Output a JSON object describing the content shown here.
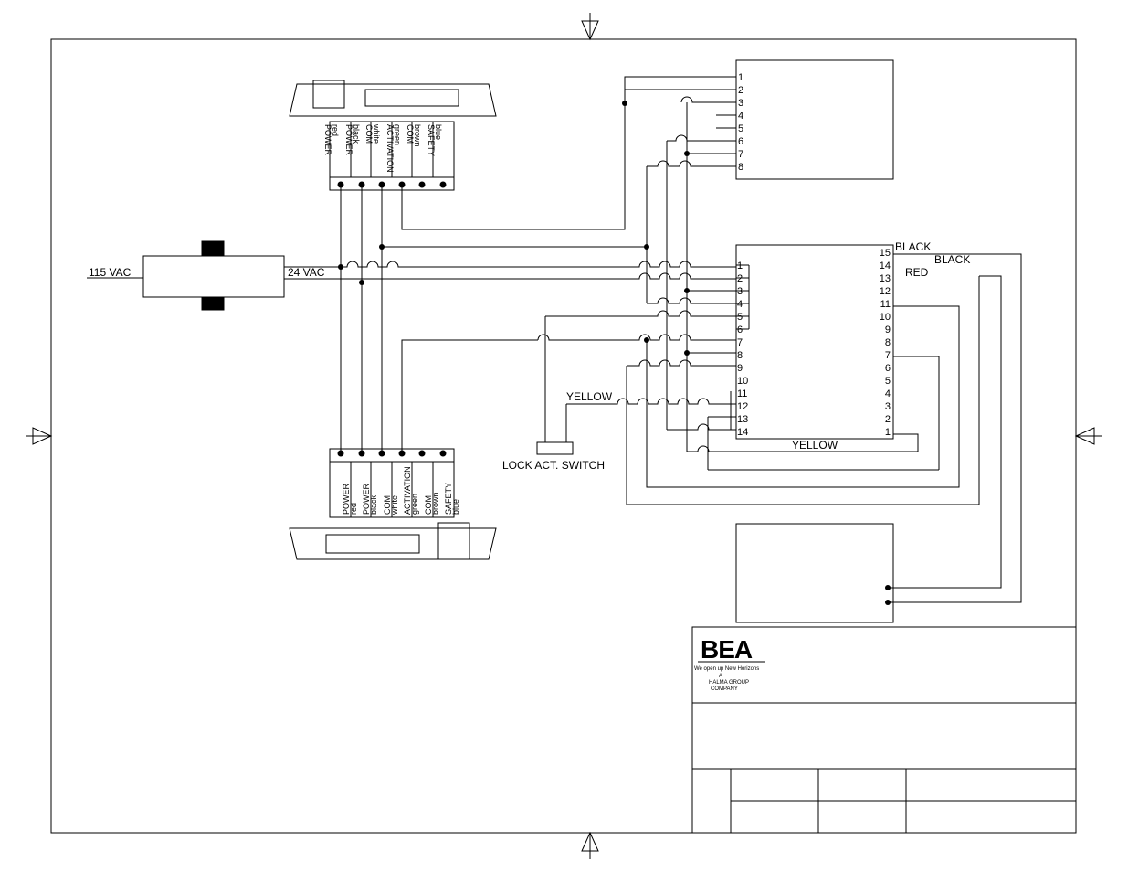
{
  "power": {
    "input_label": "115 VAC",
    "output_label": "24  VAC"
  },
  "sensor_top": {
    "terminals": [
      {
        "name": "POWER",
        "color": "red"
      },
      {
        "name": "POWER",
        "color": "black"
      },
      {
        "name": "COM",
        "color": "white"
      },
      {
        "name": "ACTIVATION",
        "color": "green"
      },
      {
        "name": "COM",
        "color": "brown"
      },
      {
        "name": "SAFETY",
        "color": "blue"
      }
    ]
  },
  "sensor_bottom": {
    "terminals": [
      {
        "name": "POWER",
        "color": "red"
      },
      {
        "name": "POWER",
        "color": "black"
      },
      {
        "name": "COM",
        "color": "white"
      },
      {
        "name": "ACTIVATION",
        "color": "green"
      },
      {
        "name": "COM",
        "color": "brown"
      },
      {
        "name": "SAFETY",
        "color": "blue"
      }
    ]
  },
  "top_controller": {
    "pins": [
      "1",
      "2",
      "3",
      "4",
      "5",
      "6",
      "7",
      "8"
    ]
  },
  "main_controller": {
    "left_pins": [
      "1",
      "2",
      "3",
      "4",
      "5",
      "6",
      "7",
      "8",
      "9",
      "10",
      "11",
      "12",
      "13",
      "14"
    ],
    "right_pins": [
      "15",
      "14",
      "13",
      "12",
      "11",
      "10",
      "9",
      "8",
      "7",
      "6",
      "5",
      "4",
      "3",
      "2",
      "1"
    ]
  },
  "wire_labels": {
    "black_1": "BLACK",
    "black_2": "BLACK",
    "red": "RED",
    "yellow_left": "YELLOW",
    "yellow_bottom": "YELLOW"
  },
  "lock_switch": {
    "label": "LOCK ACT. SWITCH"
  },
  "title_block": {
    "logo_text": "BEA",
    "tagline": "We open up New Horizons",
    "group_a": "A",
    "group_name": "HALMA GROUP",
    "group_company": "COMPANY"
  }
}
